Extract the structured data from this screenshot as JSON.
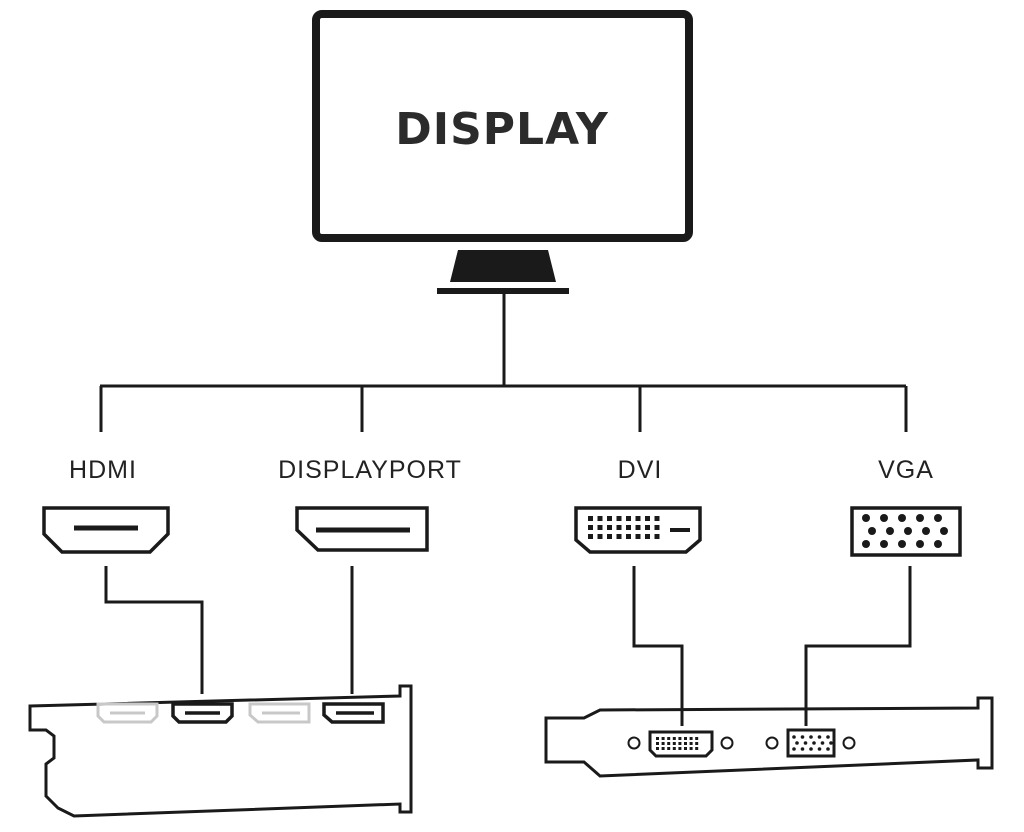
{
  "display": {
    "title": "DISPLAY"
  },
  "connectors": [
    {
      "id": "hdmi",
      "label": "HDMI"
    },
    {
      "id": "displayport",
      "label": "DISPLAYPORT"
    },
    {
      "id": "dvi",
      "label": "DVI"
    },
    {
      "id": "vga",
      "label": "VGA"
    }
  ],
  "colors": {
    "ink": "#1a1a1a",
    "inactive_port": "#c8c8c8",
    "background": "#ffffff"
  }
}
